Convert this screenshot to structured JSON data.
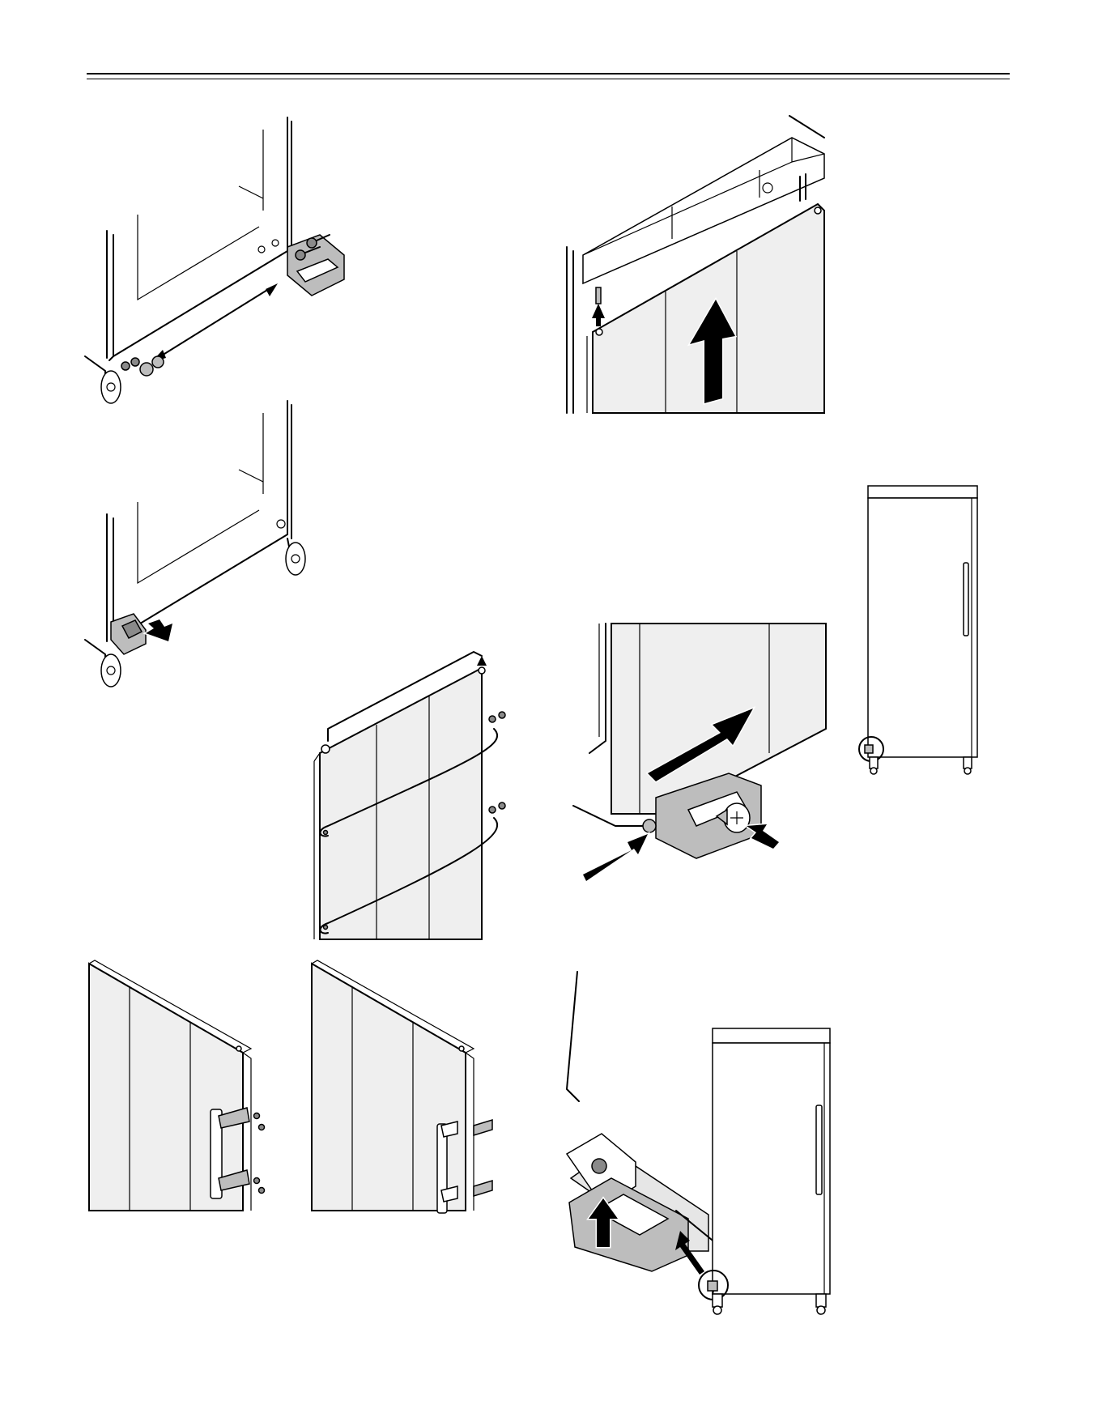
{
  "page": {
    "footer_mark": ""
  },
  "figures": [
    {
      "icon": "bracket-removal-figure"
    },
    {
      "icon": "bracket-insert-figure"
    },
    {
      "icon": "door-screws-figure"
    },
    {
      "icon": "door-handle-left-figure"
    },
    {
      "icon": "door-handle-right-figure"
    },
    {
      "icon": "door-lift-figure"
    },
    {
      "icon": "door-bracket-screw-figure"
    },
    {
      "icon": "cabinet-overview-figure"
    },
    {
      "icon": "bracket-lift-figure"
    },
    {
      "icon": "cabinet-overview-large-figure"
    }
  ]
}
